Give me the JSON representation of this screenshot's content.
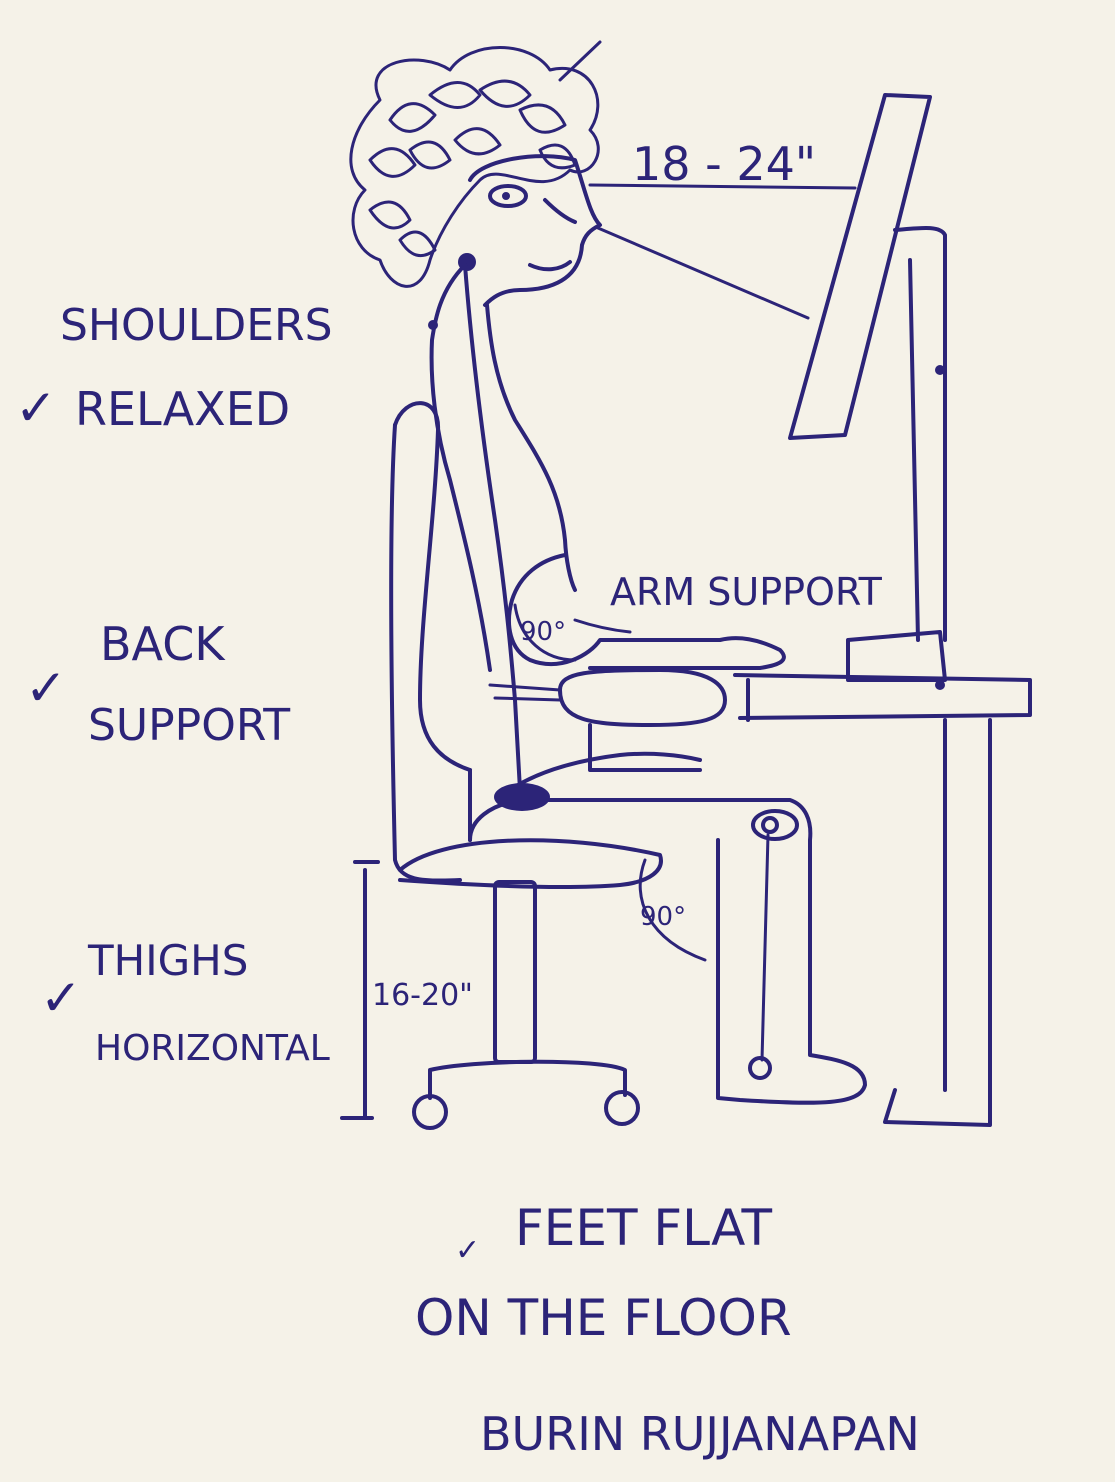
{
  "labels": {
    "distance_eye": "18 - 24\"",
    "shoulders": "SHOULDERS",
    "relaxed": "RELAXED",
    "back": "BACK",
    "support": "SUPPORT",
    "arm_support": "ARM SUPPORT",
    "elbow_angle": "90°",
    "knee_angle": "90°",
    "thighs": "THIGHS",
    "horizontal": "HORIZONTAL",
    "seat_height": "16-20\"",
    "feet_line1": "FEET FLAT",
    "feet_line2": "ON THE FLOOR",
    "signature": "BURIN RUJJANAPAN"
  },
  "check_mark": "✓",
  "colors": {
    "ink": "#2c2478",
    "paper": "#f5f2e8"
  }
}
